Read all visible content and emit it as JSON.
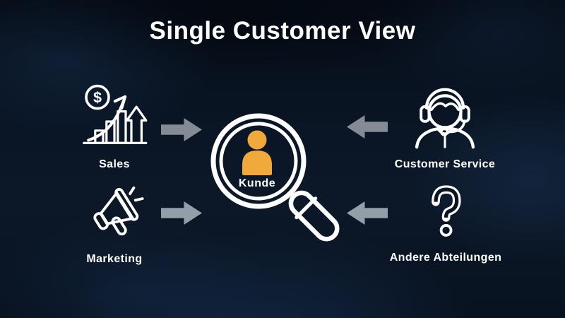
{
  "title": "Single Customer View",
  "center": {
    "label": "Kunde",
    "icon": "magnifier-person-icon"
  },
  "sources": [
    {
      "id": "sales",
      "label": "Sales",
      "icon": "sales-growth-icon",
      "side": "left",
      "row": "top"
    },
    {
      "id": "marketing",
      "label": "Marketing",
      "icon": "megaphone-icon",
      "side": "left",
      "row": "bottom"
    },
    {
      "id": "customer-service",
      "label": "Customer Service",
      "icon": "headset-agent-icon",
      "side": "right",
      "row": "top"
    },
    {
      "id": "other-departments",
      "label": "Andere Abteilungen",
      "icon": "question-mark-icon",
      "side": "right",
      "row": "bottom"
    }
  ],
  "arrows": [
    {
      "from": "sales",
      "to": "kunde",
      "direction": "right"
    },
    {
      "from": "marketing",
      "to": "kunde",
      "direction": "right"
    },
    {
      "from": "customer-service",
      "to": "kunde",
      "direction": "left"
    },
    {
      "from": "other-departments",
      "to": "kunde",
      "direction": "left"
    }
  ],
  "glyphs": {
    "dollar_sign": "$"
  },
  "theme": {
    "background": "#0a1422",
    "title_color": "#ffffff",
    "label_color": "#ffffff",
    "icon_stroke": "#ffffff",
    "arrow_color_top": "#848b94",
    "arrow_color_bottom": "#949ea9",
    "person_orange": "#f1a93c",
    "hole_color": "#0b1524"
  }
}
